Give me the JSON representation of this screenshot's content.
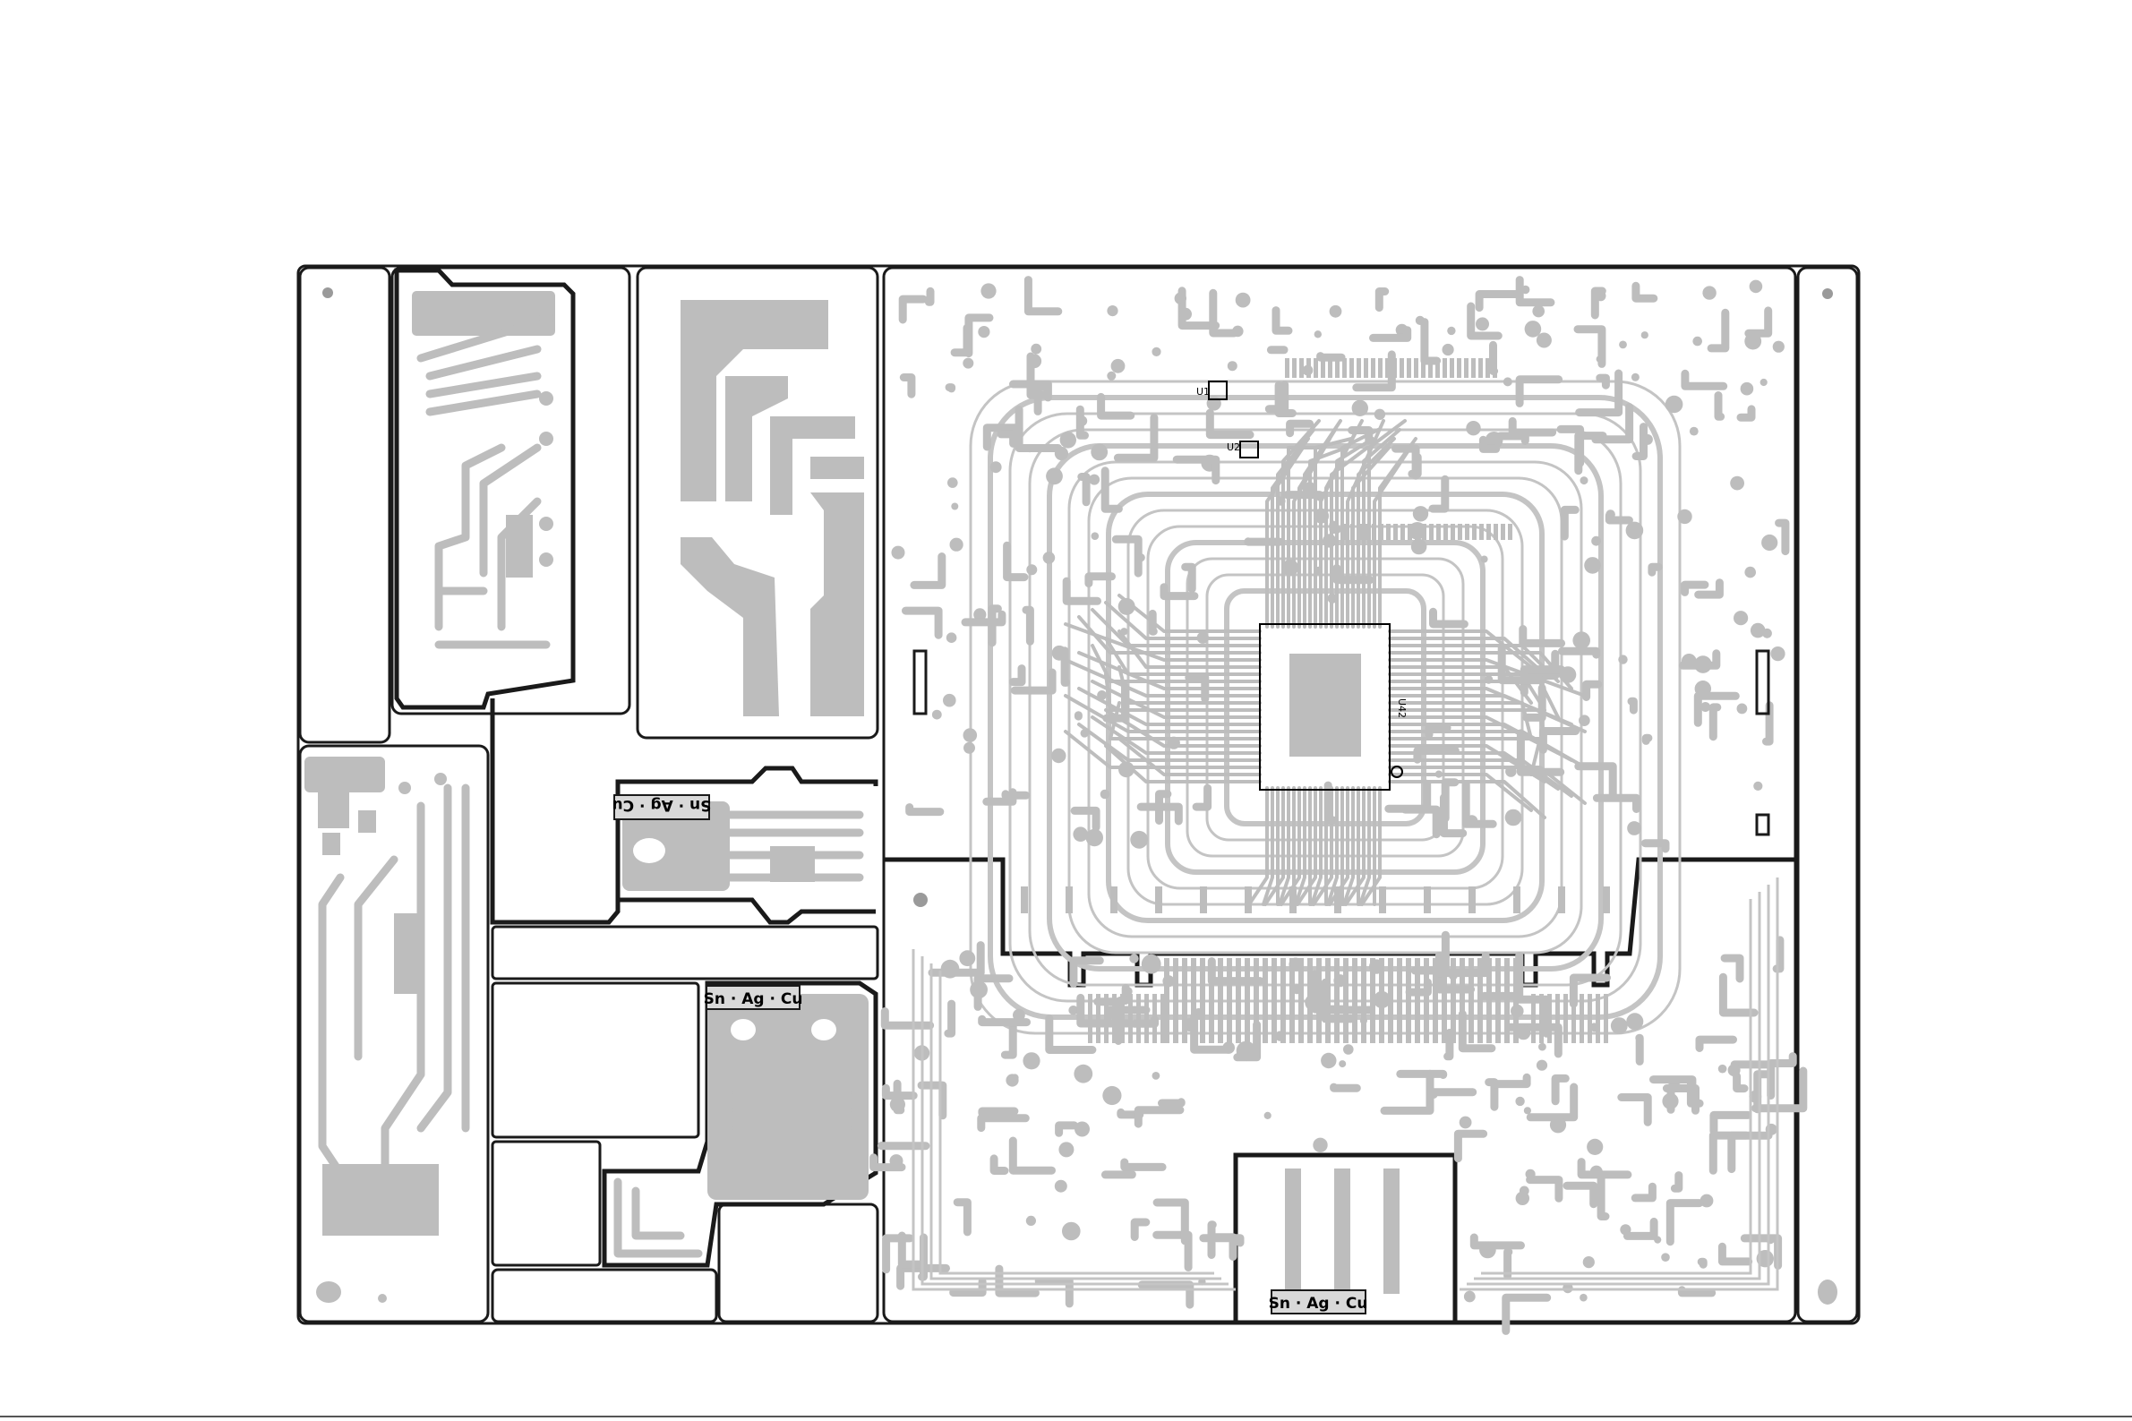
{
  "labels": {
    "alloy_top": "Sn · Ag · Cu",
    "alloy_mid": "Sn · Ag · Cu",
    "alloy_bottom": "Sn · Ag · Cu"
  },
  "refs": {
    "u1": "U1",
    "u2": "U2",
    "u42": "U42"
  },
  "colors": {
    "copper": "#bdbdbd",
    "outline": "#1a1a1a",
    "background": "#ffffff"
  }
}
